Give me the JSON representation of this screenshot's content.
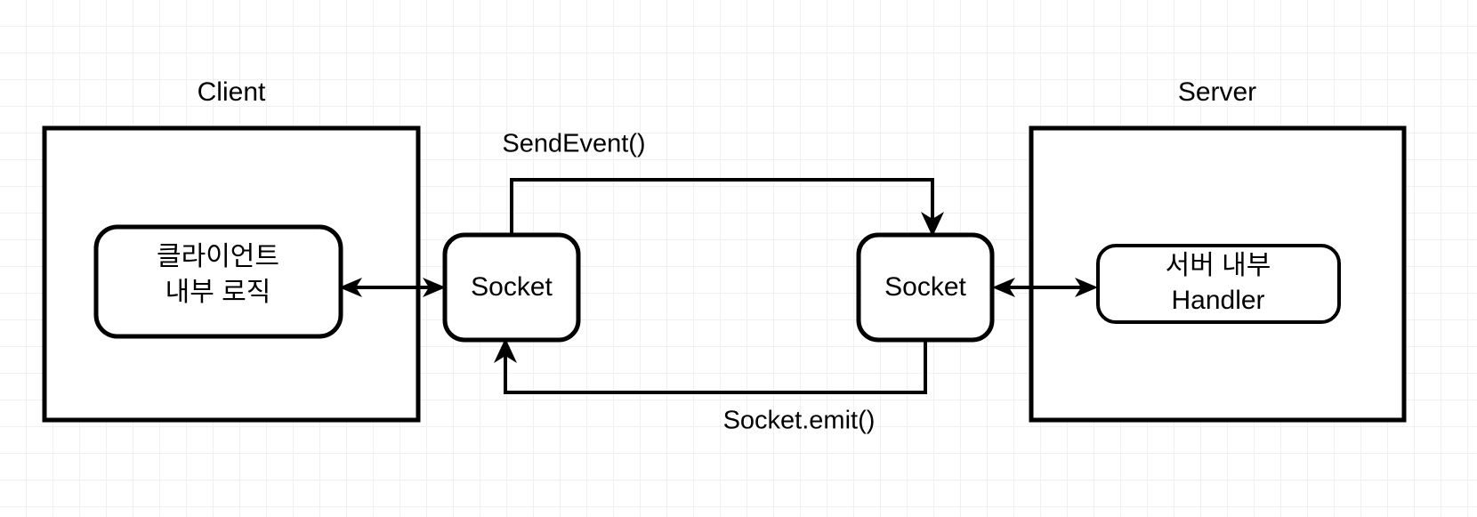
{
  "diagram": {
    "title_hidden": "",
    "background": {
      "grid_minor_color": "#f0f0f0",
      "grid_major_color": "#e4e4e4",
      "page_color": "#ffffff"
    },
    "palette": {
      "stroke": "#000000",
      "fill": "#ffffff"
    },
    "groups": [
      {
        "id": "client",
        "label": "Client"
      },
      {
        "id": "server",
        "label": "Server"
      }
    ],
    "nodes": [
      {
        "id": "client-logic",
        "label_line1": "클라이언트",
        "label_line2": "내부 로직",
        "shape": "rounded-rect"
      },
      {
        "id": "client-socket",
        "label": "Socket",
        "shape": "rounded-rect"
      },
      {
        "id": "server-socket",
        "label": "Socket",
        "shape": "rounded-rect"
      },
      {
        "id": "server-handler",
        "label_line1": "서버 내부",
        "label_line2": "Handler",
        "shape": "rounded-rect"
      }
    ],
    "edges": [
      {
        "id": "client-logic-socket",
        "label": "",
        "type": "bidirectional"
      },
      {
        "id": "send-event",
        "label": "SendEvent()",
        "type": "directed",
        "from": "client-socket",
        "to": "server-socket"
      },
      {
        "id": "socket-emit",
        "label": "Socket.emit()",
        "type": "directed",
        "from": "server-socket",
        "to": "client-socket"
      },
      {
        "id": "server-socket-handler",
        "label": "",
        "type": "bidirectional"
      }
    ]
  }
}
